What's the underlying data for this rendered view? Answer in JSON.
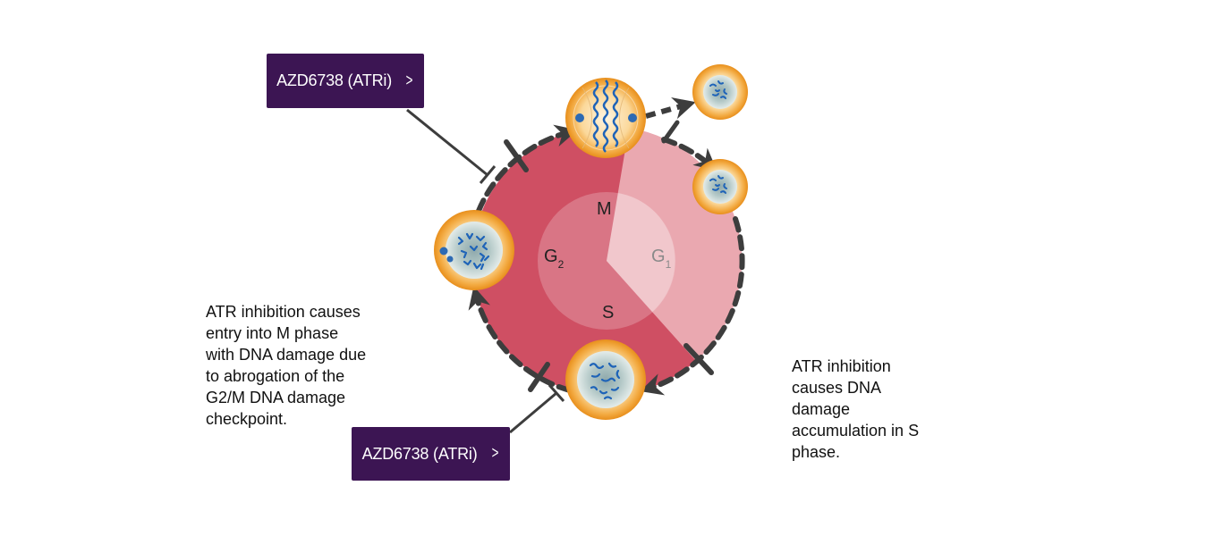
{
  "drug_buttons": {
    "top": {
      "label": "AZD6738 (ATRi)",
      "icon": "chevron-right-icon"
    },
    "bottom": {
      "label": "AZD6738 (ATRi)",
      "icon": "chevron-right-icon"
    }
  },
  "phases": {
    "m": {
      "letter": "M",
      "sub": ""
    },
    "g2": {
      "letter": "G",
      "sub": "2"
    },
    "g1": {
      "letter": "G",
      "sub": "1"
    },
    "s": {
      "letter": "S",
      "sub": ""
    }
  },
  "annotations": {
    "left": "ATR inhibition causes\nentry into M phase\nwith DNA damage due\nto abrogation of the\nG2/M DNA damage\ncheckpoint.",
    "right": "ATR inhibition\ncauses DNA\ndamage\naccumulation in S\nphase."
  },
  "colors": {
    "button_bg": "#3c1553",
    "cycle_dark": "#cf4f63",
    "cycle_light": "#eaa8b0",
    "arrow": "#3d3d3d",
    "cell_outer": "#f3a93a",
    "cell_inner": "#b9cfcd",
    "dna": "#1e63b8"
  }
}
